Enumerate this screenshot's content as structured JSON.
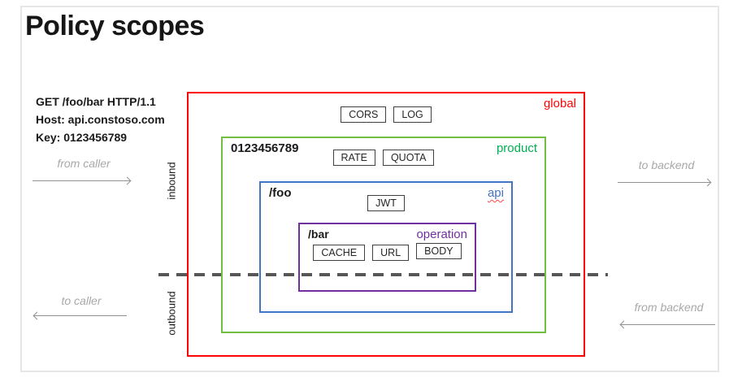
{
  "title": "Policy scopes",
  "request": {
    "line1": "GET /foo/bar HTTP/1.1",
    "line2": "Host: api.constoso.com",
    "line3": "Key: 0123456789"
  },
  "flow": {
    "from_caller": "from caller",
    "to_backend": "to backend",
    "to_caller": "to caller",
    "from_backend": "from backend",
    "inbound": "inbound",
    "outbound": "outbound"
  },
  "scopes": {
    "global": {
      "label": "global",
      "color": "#fd0404",
      "policies": [
        "CORS",
        "LOG"
      ]
    },
    "product": {
      "label": "product",
      "key": "0123456789",
      "color": "#72bf44",
      "label_color": "#00b050",
      "policies": [
        "RATE",
        "QUOTA"
      ]
    },
    "api": {
      "label": "api",
      "path": "/foo",
      "color": "#4472c4",
      "policies": [
        "JWT"
      ]
    },
    "operation": {
      "label": "operation",
      "path": "/bar",
      "color": "#7030a0",
      "policies": [
        "CACHE",
        "URL",
        "BODY"
      ]
    }
  }
}
